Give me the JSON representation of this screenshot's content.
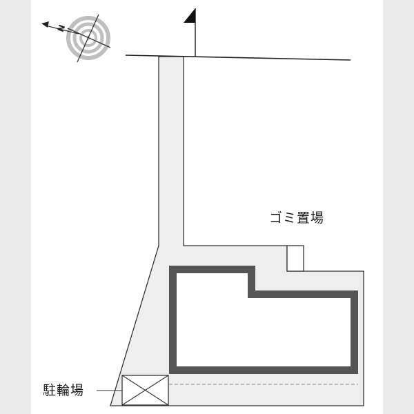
{
  "labels": {
    "garbage": "ゴミ置場",
    "bicycle": "駐輪場"
  },
  "compass": {
    "north_letter": "N"
  },
  "icons": {
    "compass": "compass-rose-icon",
    "flag": "flag-icon"
  },
  "colors": {
    "background": "#e9e9e9",
    "paper": "#ffffff",
    "lot_fill": "#eeeeee",
    "building_wall": "#555555",
    "line": "#222222"
  }
}
